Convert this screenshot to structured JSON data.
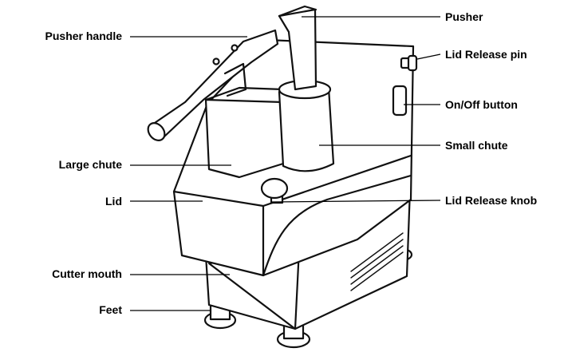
{
  "labels": {
    "pusher": "Pusher",
    "pusher_handle": "Pusher handle",
    "lid_release_pin": "Lid Release pin",
    "on_off_button": "On/Off button",
    "large_chute": "Large chute",
    "small_chute": "Small chute",
    "lid": "Lid",
    "lid_release_knob": "Lid Release knob",
    "cutter_mouth": "Cutter mouth",
    "feet": "Feet"
  },
  "colors": {
    "ink": "#111111",
    "background": "#ffffff"
  }
}
